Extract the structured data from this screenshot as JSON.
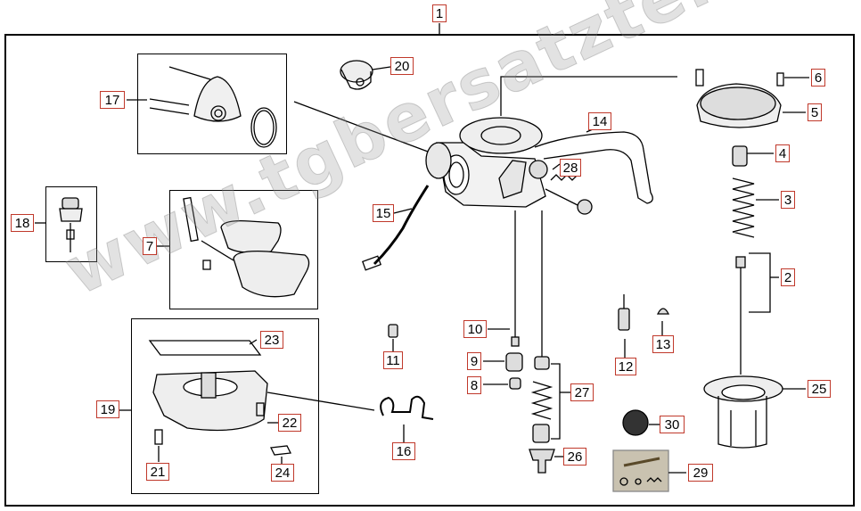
{
  "watermark": "www.tgbersatzteile.de",
  "label_color": "#c0392b",
  "parts": {
    "p1": "1",
    "p2": "2",
    "p3": "3",
    "p4": "4",
    "p5": "5",
    "p6": "6",
    "p7": "7",
    "p8": "8",
    "p9": "9",
    "p10": "10",
    "p11": "11",
    "p12": "12",
    "p13": "13",
    "p14": "14",
    "p15": "15",
    "p16": "16",
    "p17": "17",
    "p18": "18",
    "p19": "19",
    "p20": "20",
    "p21": "21",
    "p22": "22",
    "p23": "23",
    "p24": "24",
    "p25": "25",
    "p26": "26",
    "p27": "27",
    "p28": "28",
    "p29": "29",
    "p30": "30"
  }
}
